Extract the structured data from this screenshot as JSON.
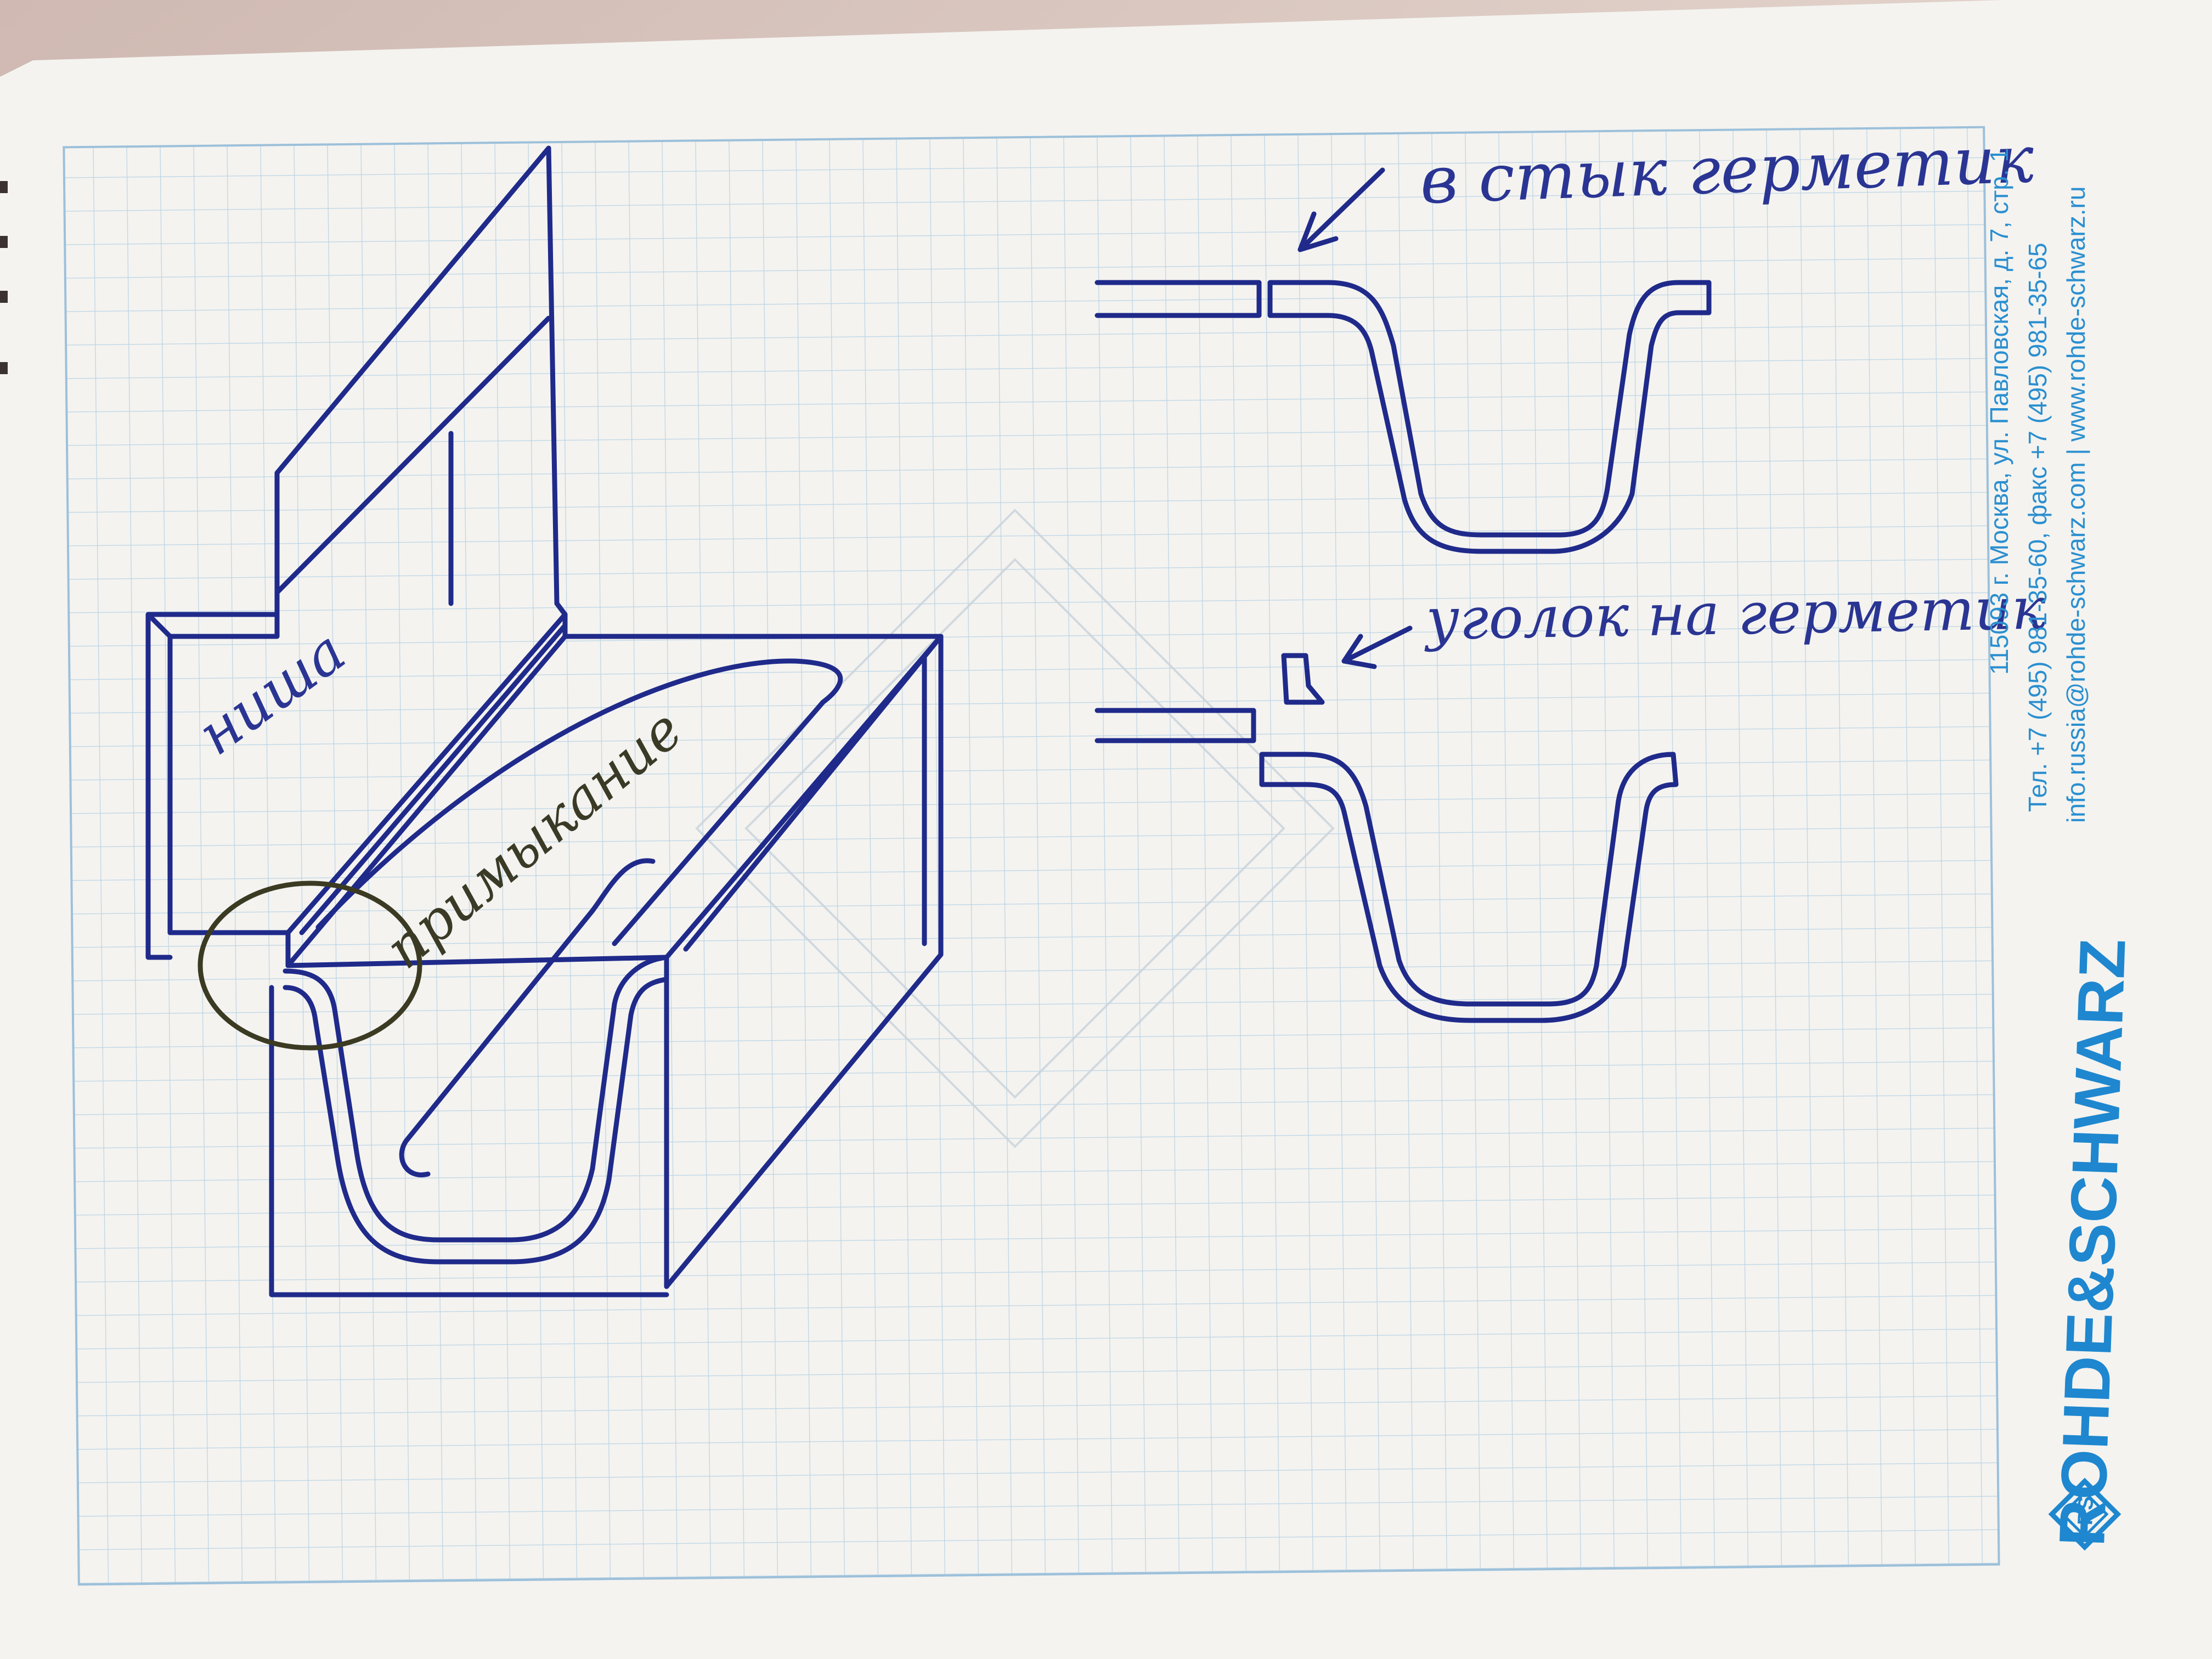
{
  "colors": {
    "background": "#d9c8bf",
    "paper": "#f4f3f0",
    "grid": "#bcd4e4",
    "ink_blue": "#1f2a8a",
    "ink_dark": "#3b3a22",
    "printed_blue": "#1e87cf"
  },
  "labels": {
    "niche": "ниша",
    "junction": "примыкание",
    "sealant_joint": "в стык герметик",
    "corner_sealant": "уголок на герметик"
  },
  "letterhead": {
    "address": "115093 г. Москва, ул. Павловская, д. 7, стр. 1",
    "phones": "Тел. +7 (495) 981-35-60, факс +7 (495) 981-35-65",
    "email_web": "info.russia@rohde-schwarz.com   |   www.rohde-schwarz.ru",
    "brand": "ROHDE&SCHWARZ",
    "logo_mark": "RS",
    "logo_icon": "rohde-schwarz-diamond-logo"
  },
  "icons": {
    "arrow": "arrow-icon",
    "logo": "diamond-logo-icon"
  }
}
